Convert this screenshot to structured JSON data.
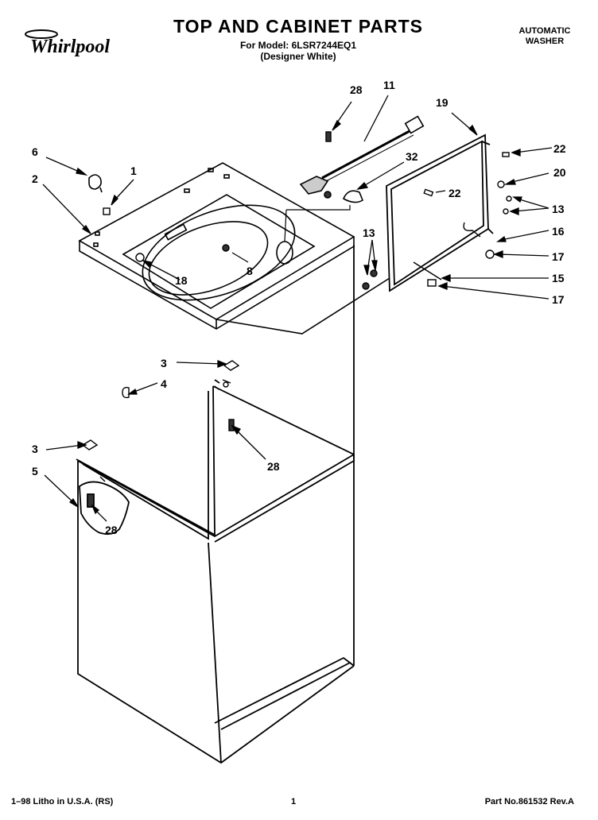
{
  "header": {
    "brand": "Whirlpool",
    "title": "TOP AND CABINET PARTS",
    "model_line": "For Model: 6LSR7244EQ1",
    "variant_line": "(Designer White)",
    "machine_type_line1": "AUTOMATIC",
    "machine_type_line2": "WASHER"
  },
  "callouts": [
    "28",
    "11",
    "19",
    "6",
    "1",
    "2",
    "22",
    "32",
    "20",
    "22",
    "13",
    "16",
    "13",
    "17",
    "15",
    "17",
    "18",
    "8",
    "3",
    "4",
    "28",
    "3",
    "5",
    "28"
  ],
  "footer": {
    "left": "1–98 Litho in U.S.A. (RS)",
    "center": "1",
    "right": "Part No.861532 Rev.A"
  }
}
